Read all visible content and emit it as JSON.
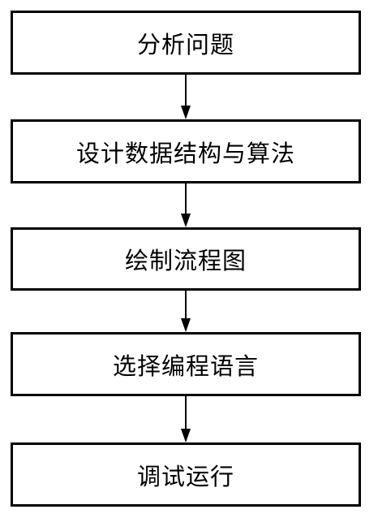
{
  "flowchart": {
    "steps": [
      {
        "label": "分析问题"
      },
      {
        "label": "设计数据结构与算法"
      },
      {
        "label": "绘制流程图"
      },
      {
        "label": "选择编程语言"
      },
      {
        "label": "调试运行"
      }
    ],
    "colors": {
      "stroke": "#000000",
      "background": "#ffffff"
    }
  }
}
